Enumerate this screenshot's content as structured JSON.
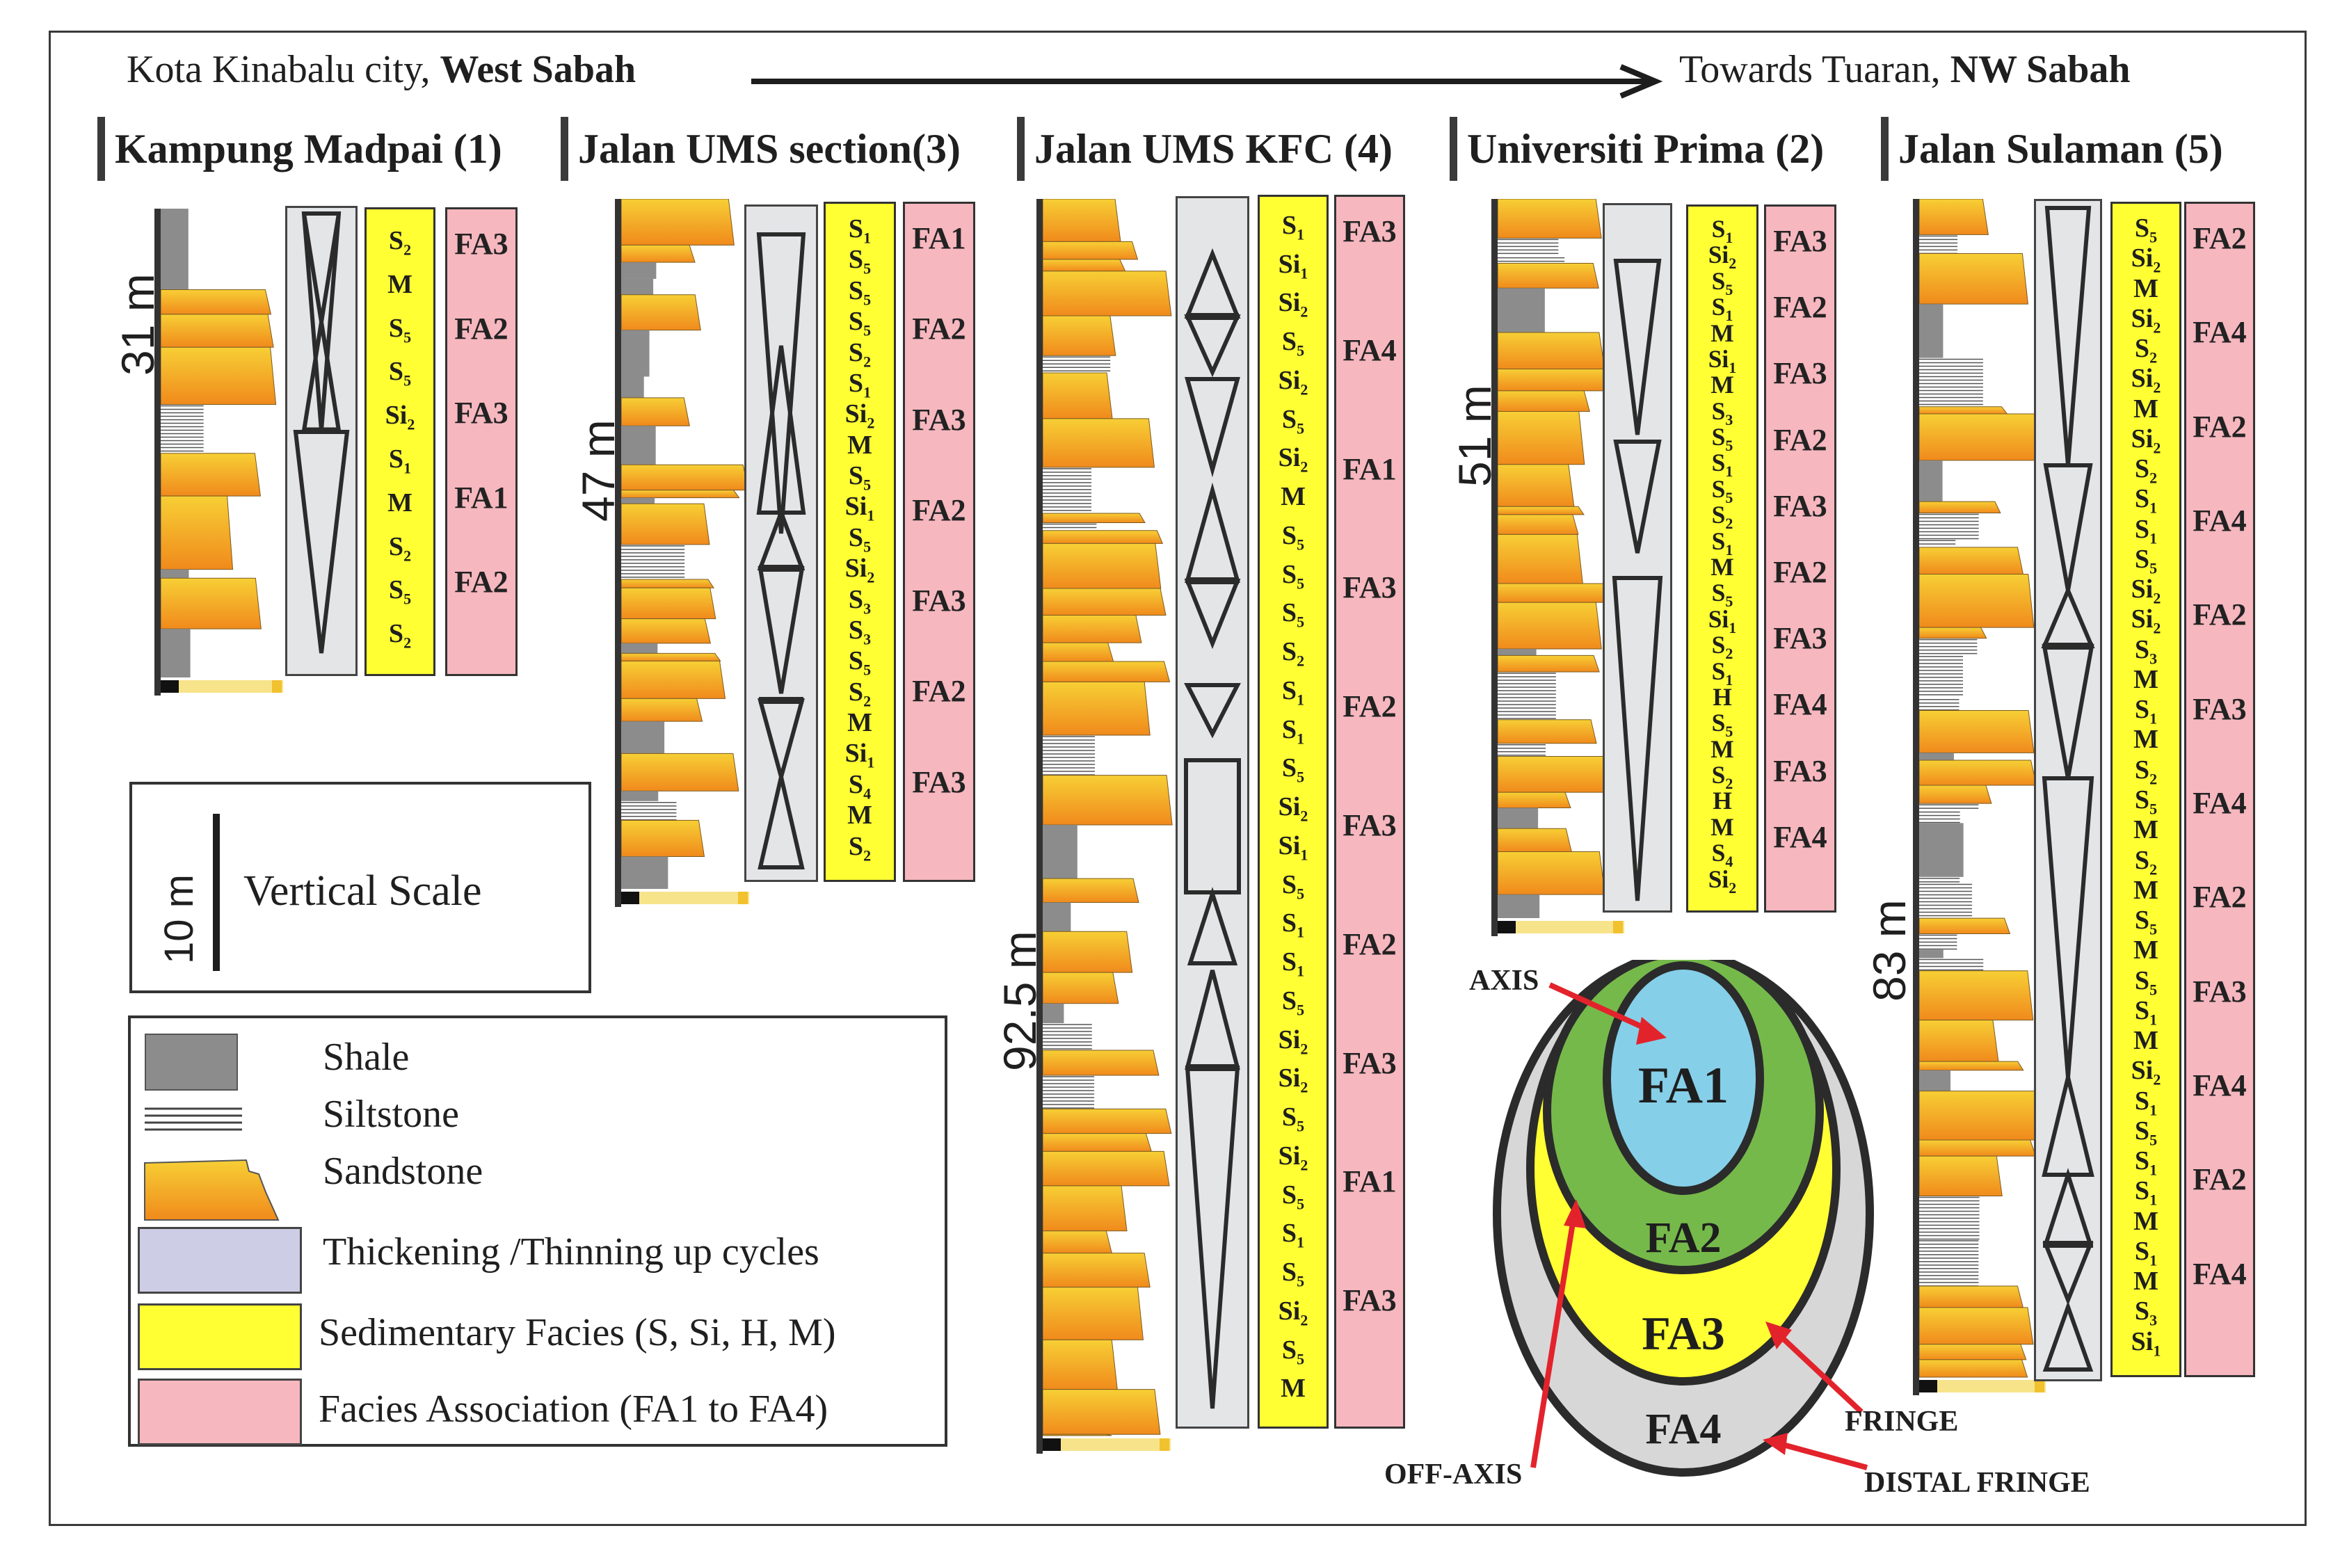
{
  "header": {
    "origin_plain": "Kota Kinabalu city, ",
    "origin_bold": "West Sabah",
    "dest_plain": "Towards Tuaran, ",
    "dest_bold": "NW Sabah"
  },
  "sections": [
    {
      "name": "Kampung Madpai (1)",
      "thickness": "31 m",
      "facies": [
        "S2",
        "M",
        "S5",
        "S5",
        "Si2",
        "S1",
        "M",
        "S2",
        "S5",
        "S2"
      ],
      "fa": [
        "FA3",
        "FA2",
        "FA3",
        "FA1",
        "FA2"
      ]
    },
    {
      "name": "Jalan UMS section(3)",
      "thickness": "47 m",
      "facies": [
        "S1",
        "S5",
        "S5",
        "S5",
        "S2",
        "S1",
        "Si2",
        "M",
        "S5",
        "Si1",
        "S5",
        "Si2",
        "S3",
        "S3",
        "S5",
        "S2",
        "M",
        "Si1",
        "S4",
        "M",
        "S2"
      ],
      "fa": [
        "FA1",
        "FA2",
        "FA3",
        "FA2",
        "FA3",
        "FA2",
        "FA3"
      ]
    },
    {
      "name": "Jalan UMS KFC (4)",
      "thickness": "92.5 m",
      "facies": [
        "S1",
        "Si1",
        "Si2",
        "S5",
        "Si2",
        "S5",
        "Si2",
        "M",
        "S5",
        "S5",
        "S5",
        "S2",
        "S1",
        "S1",
        "S5",
        "Si2",
        "Si1",
        "S5",
        "S1",
        "S1",
        "S5",
        "Si2",
        "Si2",
        "S5",
        "Si2",
        "S5",
        "S1",
        "S5",
        "Si2",
        "S5",
        "M"
      ],
      "fa": [
        "FA3",
        "FA4",
        "FA1",
        "FA3",
        "FA2",
        "FA3",
        "FA2",
        "FA3",
        "FA1",
        "FA3"
      ]
    },
    {
      "name": "Universiti Prima (2)",
      "thickness": "51 m",
      "facies": [
        "S1",
        "Si2",
        "S5",
        "S1",
        "M",
        "Si1",
        "M",
        "S3",
        "S5",
        "S1",
        "S5",
        "S2",
        "S1",
        "M",
        "S5",
        "Si1",
        "S2",
        "S1",
        "H",
        "S5",
        "M",
        "S2",
        "H",
        "M",
        "S4",
        "Si2"
      ],
      "fa": [
        "FA3",
        "FA2",
        "FA3",
        "FA2",
        "FA3",
        "FA2",
        "FA3",
        "FA4",
        "FA3",
        "FA4"
      ]
    },
    {
      "name": "Jalan Sulaman (5)",
      "thickness": "83 m",
      "facies": [
        "S5",
        "Si2",
        "M",
        "Si2",
        "S2",
        "Si2",
        "M",
        "Si2",
        "S2",
        "S1",
        "S1",
        "S5",
        "Si2",
        "Si2",
        "S3",
        "M",
        "S1",
        "M",
        "S2",
        "S5",
        "M",
        "S2",
        "M",
        "S5",
        "M",
        "S5",
        "S1",
        "M",
        "Si2",
        "S1",
        "S5",
        "S1",
        "S1",
        "M",
        "S1",
        "M",
        "S3",
        "Si1"
      ],
      "fa": [
        "FA2",
        "FA4",
        "FA2",
        "FA4",
        "FA2",
        "FA3",
        "FA4",
        "FA2",
        "FA3",
        "FA4",
        "FA2",
        "FA4"
      ]
    }
  ],
  "scale": {
    "value": "10 m",
    "label": "Vertical Scale"
  },
  "legend": [
    {
      "key": "shale",
      "label": "Shale"
    },
    {
      "key": "siltstone",
      "label": "Siltstone"
    },
    {
      "key": "sandstone",
      "label": "Sandstone"
    },
    {
      "key": "cycles",
      "label": "Thickening /Thinning up cycles"
    },
    {
      "key": "facies",
      "label": "Sedimentary Facies (S, Si, H, M)"
    },
    {
      "key": "fa",
      "label": "Facies Association (FA1 to FA4)"
    }
  ],
  "fan_model": {
    "zones": [
      "FA1",
      "FA2",
      "FA3",
      "FA4"
    ],
    "annotations": [
      "AXIS",
      "OFF-AXIS",
      "FRINGE",
      "DISTAL FRINGE"
    ],
    "colors": {
      "FA1": "#86cfe8",
      "FA2": "#76b94b",
      "FA3": "#ffff33",
      "FA4": "#d7d7d7"
    }
  },
  "colors": {
    "sandstone_top": "#f7cf35",
    "sandstone_bottom": "#f08a1c",
    "shale": "#8c8c8c",
    "facies": "#ffff33",
    "fa": "#f6b7bf",
    "cycles": "#e4e5e7"
  }
}
